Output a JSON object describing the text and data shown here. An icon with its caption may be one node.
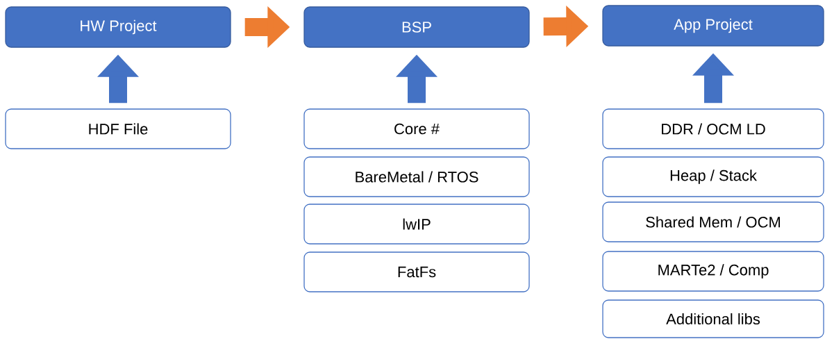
{
  "diagram": {
    "nodes": [
      {
        "text": [
          "HW Project"
        ]
      },
      {
        "text": [
          "BSP"
        ]
      },
      {
        "text": [
          "App Project"
        ]
      },
      {
        "text": [
          "HDF File"
        ]
      },
      {
        "text": [
          "Core #"
        ]
      },
      {
        "text": [
          "BareMetal / RTOS"
        ]
      },
      {
        "text": [
          "lwIP"
        ]
      },
      {
        "text": [
          "FatFs"
        ]
      },
      {
        "text": [
          "DDR / OCM LD"
        ]
      },
      {
        "text": [
          "Heap / Stack"
        ]
      },
      {
        "text": [
          "Shared Mem / OCM"
        ]
      },
      {
        "text": [
          "MARTe2 / Comp"
        ]
      },
      {
        "text": [
          "Additional libs"
        ]
      }
    ],
    "edges": [
      {
        "from": 0,
        "to": 1,
        "arrow": "to",
        "color": "#ed7d31"
      },
      {
        "from": 1,
        "to": 2,
        "arrow": "to",
        "color": "#ed7d31"
      },
      {
        "from": 3,
        "to": 0,
        "arrow": "to"
      },
      {
        "from": 4,
        "to": 1,
        "arrow": "to"
      },
      {
        "from": 8,
        "to": 2,
        "arrow": "to"
      }
    ]
  }
}
